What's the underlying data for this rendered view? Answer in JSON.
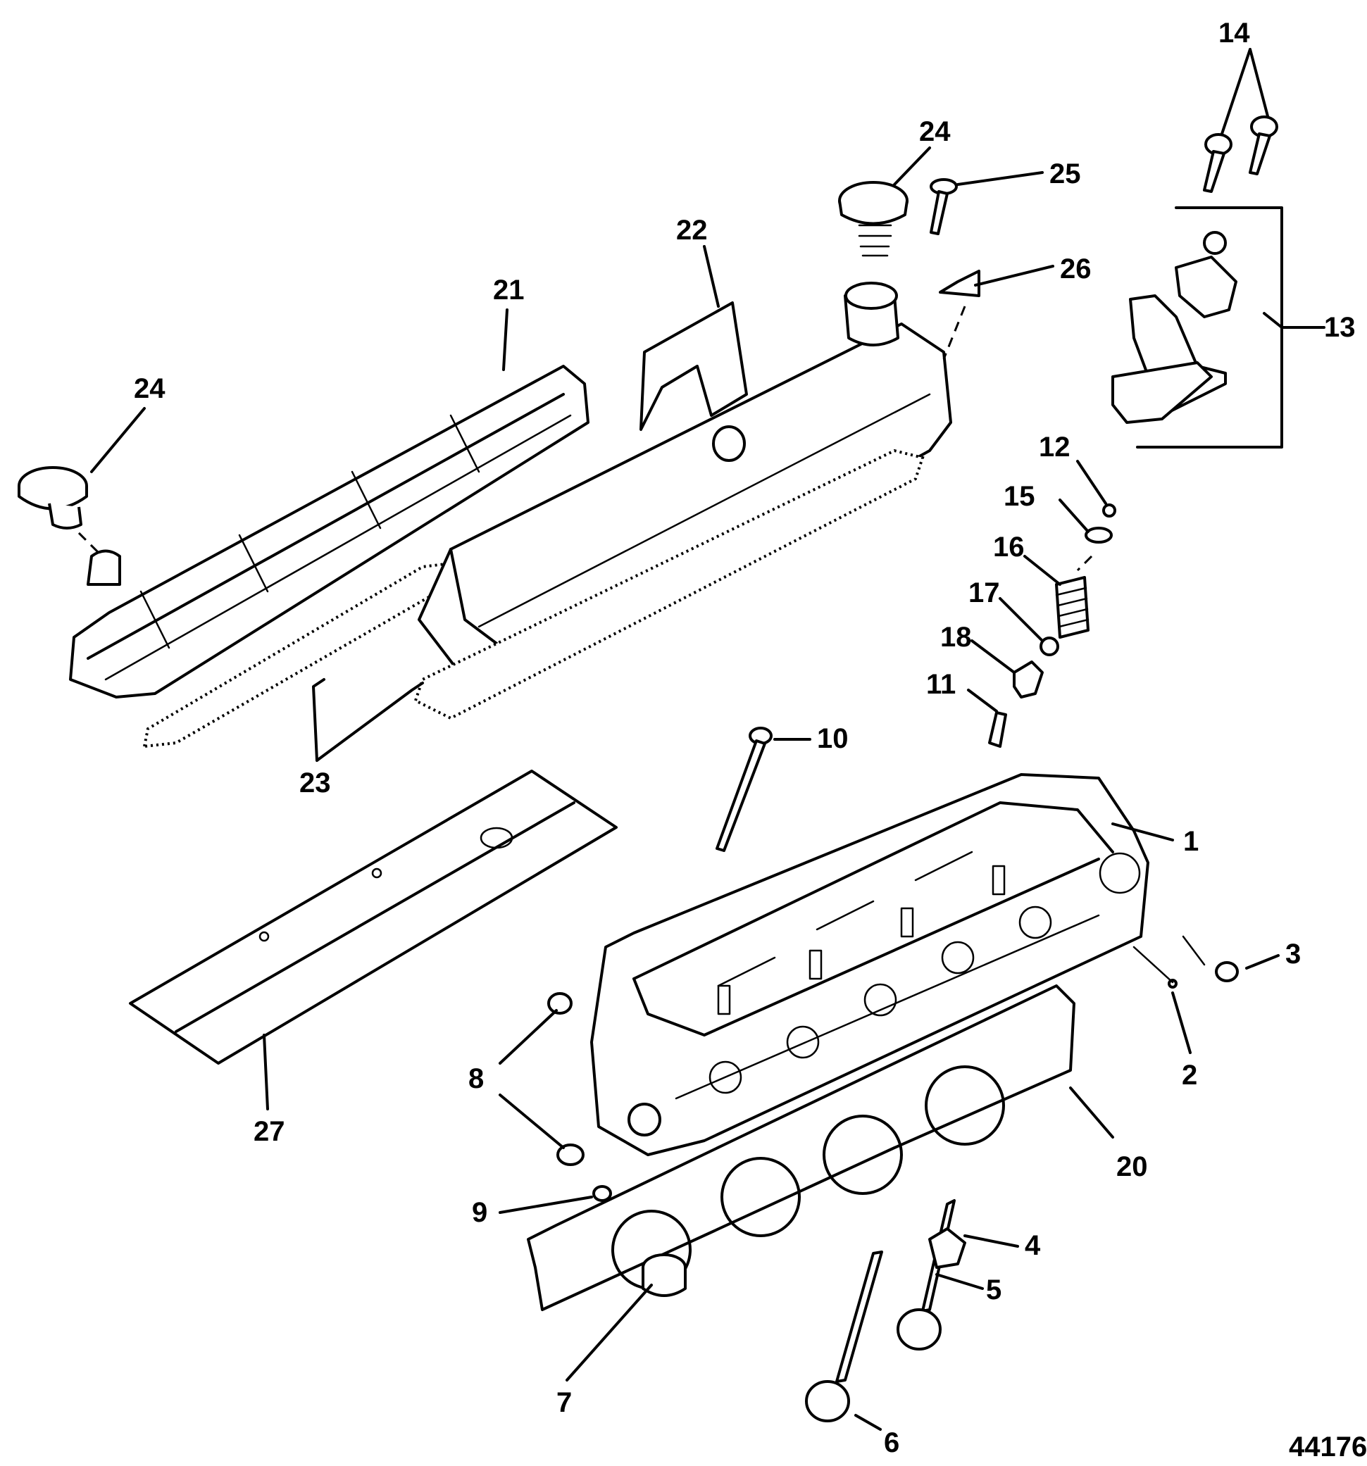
{
  "callouts": [
    {
      "id": "c1",
      "label": "1"
    },
    {
      "id": "c2",
      "label": "2"
    },
    {
      "id": "c3",
      "label": "3"
    },
    {
      "id": "c4",
      "label": "4"
    },
    {
      "id": "c5",
      "label": "5"
    },
    {
      "id": "c6",
      "label": "6"
    },
    {
      "id": "c7",
      "label": "7"
    },
    {
      "id": "c8",
      "label": "8"
    },
    {
      "id": "c9",
      "label": "9"
    },
    {
      "id": "c10",
      "label": "10"
    },
    {
      "id": "c11",
      "label": "11"
    },
    {
      "id": "c12",
      "label": "12"
    },
    {
      "id": "c13",
      "label": "13"
    },
    {
      "id": "c14",
      "label": "14"
    },
    {
      "id": "c15",
      "label": "15"
    },
    {
      "id": "c16",
      "label": "16"
    },
    {
      "id": "c17",
      "label": "17"
    },
    {
      "id": "c18",
      "label": "18"
    },
    {
      "id": "c20",
      "label": "20"
    },
    {
      "id": "c21",
      "label": "21"
    },
    {
      "id": "c22",
      "label": "22"
    },
    {
      "id": "c23",
      "label": "23"
    },
    {
      "id": "c24a",
      "label": "24"
    },
    {
      "id": "c24b",
      "label": "24"
    },
    {
      "id": "c25",
      "label": "25"
    },
    {
      "id": "c26",
      "label": "26"
    },
    {
      "id": "c27",
      "label": "27"
    }
  ],
  "figure_number": "44176"
}
